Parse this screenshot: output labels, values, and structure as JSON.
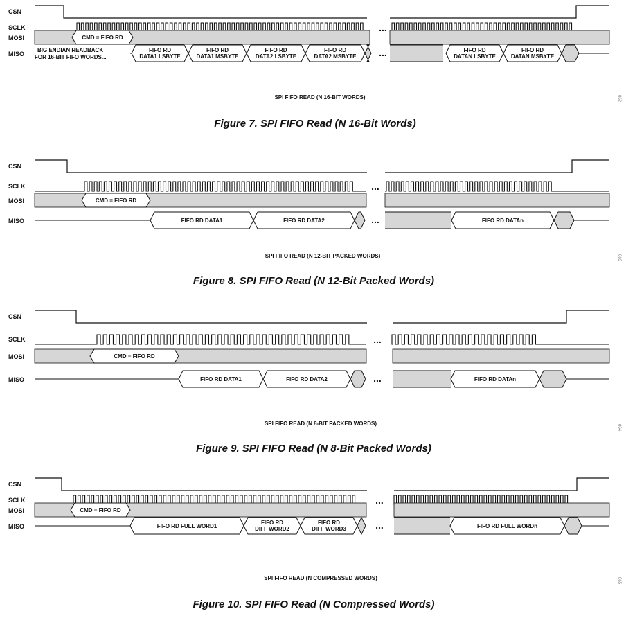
{
  "signal_names": {
    "csn": "CSN",
    "sclk": "SCLK",
    "mosi": "MOSI",
    "miso": "MISO"
  },
  "ellipsis": "...",
  "figures": [
    {
      "id": "fig7",
      "caption": "Figure 7. SPI FIFO Read (N 16-Bit Words)",
      "subtitle": "SPI FIFO READ (N 16-BIT WORDS)",
      "side_label": "062",
      "mosi_command": "CMD = FIFO RD",
      "miso_note": [
        "BIG ENDIAN READBACK",
        "FOR 16-BIT FIFO WORDS..."
      ],
      "miso_segments": [
        [
          "FIFO RD",
          "DATA1 LSBYTE"
        ],
        [
          "FIFO RD",
          "DATA1 MSBYTE"
        ],
        [
          "FIFO RD",
          "DATA2 LSBYTE"
        ],
        [
          "FIFO RD",
          "DATA2 MSBYTE"
        ],
        [
          "FIFO RD",
          "DATAN LSBYTE"
        ],
        [
          "FIFO RD",
          "DATAN MSBYTE"
        ]
      ]
    },
    {
      "id": "fig8",
      "caption": "Figure 8. SPI FIFO Read (N 12-Bit Packed Words)",
      "subtitle": "SPI FIFO READ (N 12-BIT PACKED WORDS)",
      "side_label": "063",
      "mosi_command": "CMD = FIFO RD",
      "miso_segments": [
        [
          "FIFO RD DATA1"
        ],
        [
          "FIFO RD DATA2"
        ],
        [
          "FIFO RD DATAn"
        ]
      ]
    },
    {
      "id": "fig9",
      "caption": "Figure 9. SPI FIFO Read (N 8-Bit Packed Words)",
      "subtitle": "SPI FIFO READ (N 8-BIT PACKED WORDS)",
      "side_label": "064",
      "mosi_command": "CMD = FIFO RD",
      "miso_segments": [
        [
          "FIFO RD DATA1"
        ],
        [
          "FIFO RD DATA2"
        ],
        [
          "FIFO RD DATAn"
        ]
      ]
    },
    {
      "id": "fig10",
      "caption": "Figure 10. SPI FIFO Read (N Compressed Words)",
      "subtitle": "SPI FIFO READ (N COMPRESSED WORDS)",
      "side_label": "065",
      "mosi_command": "CMD = FIFO RD",
      "miso_segments": [
        [
          "FIFO RD FULL WORD1"
        ],
        [
          "FIFO RD",
          "DIFF WORD2"
        ],
        [
          "FIFO RD",
          "DIFF WORD3"
        ],
        [
          "FIFO RD FULL WORDn"
        ]
      ]
    }
  ],
  "colors": {
    "line": "#111111",
    "bus_fill": "#d6d6d6",
    "segment_fill": "#ffffff"
  }
}
